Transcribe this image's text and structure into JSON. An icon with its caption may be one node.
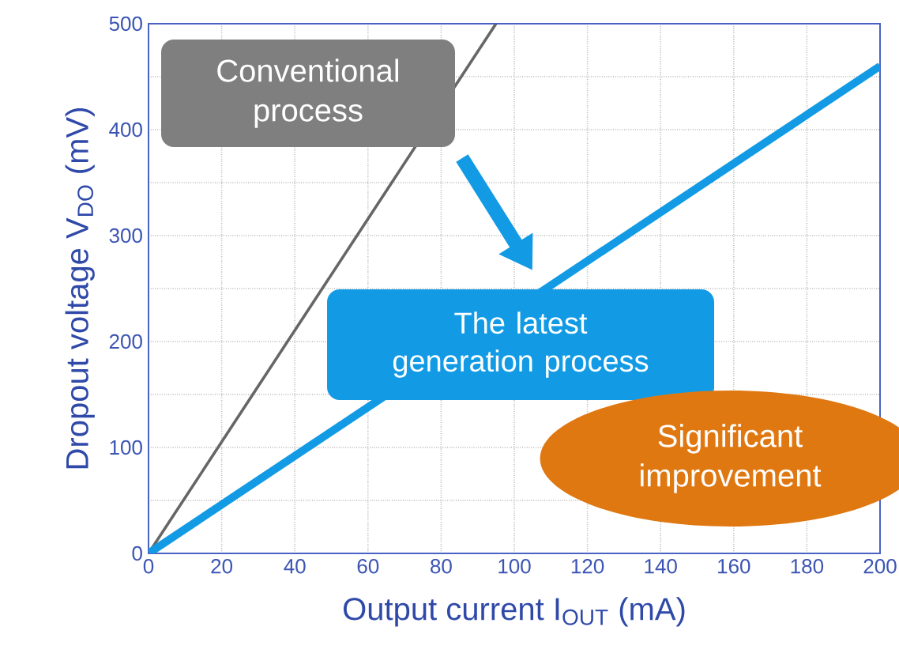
{
  "diagram": {
    "nodes": [
      {
        "text": [
          "Conventional process"
        ]
      },
      {
        "text": [
          "The latest generation process"
        ]
      },
      {
        "text": [
          "Significant improvement"
        ]
      }
    ],
    "edges": [
      {
        "from": 0,
        "to": 1,
        "arrow": "to",
        "color": "#129be4"
      }
    ],
    "chart_data": {
      "type": "line",
      "xlabel": "Output current  I$_{OUT}$  (mA)",
      "ylabel": "Dropout voltage  V$_{DO}$  (mV)",
      "x": [
        0,
        95,
        200
      ],
      "series": [
        {
          "color": "#666666",
          "values": [
            0,
            500,
            null
          ]
        },
        {
          "color": "#129be4",
          "values": [
            0,
            null,
            460
          ]
        }
      ],
      "xlim": [
        0,
        200
      ],
      "ylim": [
        0,
        500
      ],
      "grid": true,
      "xticks": [
        0,
        20,
        40,
        60,
        80,
        100,
        120,
        140,
        160,
        180,
        200
      ],
      "yticks": [
        0,
        100,
        200,
        300,
        400,
        500
      ]
    }
  }
}
